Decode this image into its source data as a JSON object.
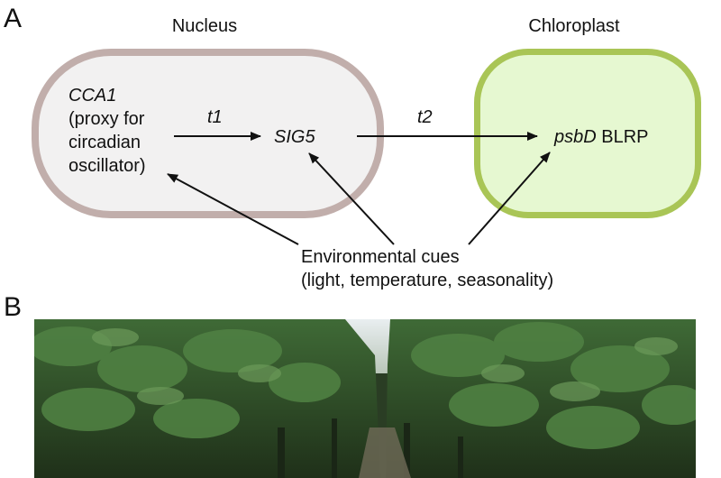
{
  "panels": {
    "a": "A",
    "b": "B"
  },
  "regions": {
    "nucleus": "Nucleus",
    "chloroplast": "Chloroplast"
  },
  "nodes": {
    "cca1_name": "CCA1",
    "cca1_desc_lines": [
      "(proxy for",
      "circadian",
      "oscillator)"
    ],
    "sig5": "SIG5",
    "psbd_gene": "psbD",
    "psbd_suffix": " BLRP"
  },
  "edges": {
    "t1": "t1",
    "t2": "t2"
  },
  "environment": {
    "line1": "Environmental cues",
    "line2": "(light, temperature, seasonality)"
  },
  "colors": {
    "nucleus_border": "#c1aeab",
    "nucleus_fill": "#f2f1f1",
    "chloroplast_border": "#a9c556",
    "chloroplast_fill": "#e6f8d1"
  }
}
